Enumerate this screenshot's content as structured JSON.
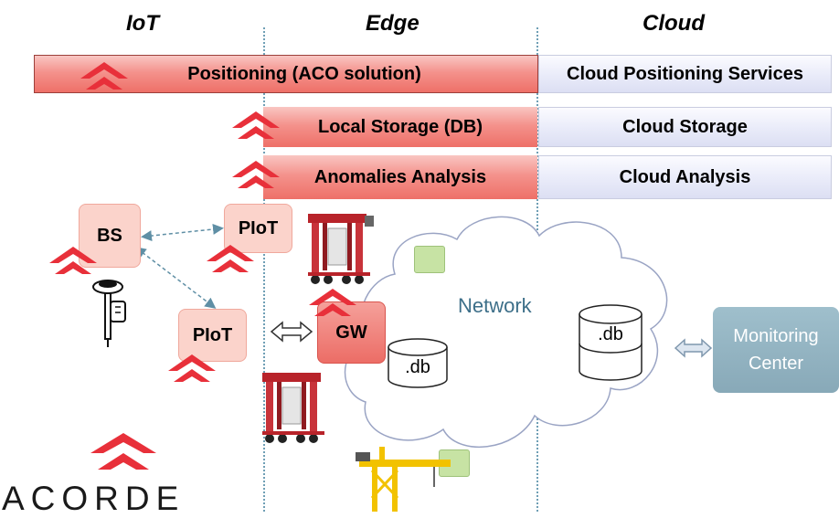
{
  "columns": {
    "iot": "IoT",
    "edge": "Edge",
    "cloud": "Cloud"
  },
  "edge_bars": {
    "positioning": "Positioning (ACO solution)",
    "storage": "Local Storage (DB)",
    "analysis": "Anomalies Analysis"
  },
  "cloud_bars": {
    "positioning": "Cloud Positioning Services",
    "storage": "Cloud Storage",
    "analysis": "Cloud Analysis"
  },
  "nodes": {
    "bs": "BS",
    "piot_top": "PIoT",
    "piot_bottom": "PIoT",
    "gw": "GW"
  },
  "network": {
    "label": "Network"
  },
  "databases": {
    "edge_db": ".db",
    "cloud_db": ".db"
  },
  "monitoring": {
    "line1": "Monitoring",
    "line2": "Center"
  },
  "logo": {
    "text": "ACORDE"
  },
  "colors": {
    "edge_red": "#ee7068",
    "cloud_blue": "#dcdff3",
    "network_text": "#3d6f89",
    "monitor": "#88a9b8",
    "logo_red": "#e8303a"
  },
  "icons": [
    "acorde-logo-icon",
    "gnss-antenna-icon",
    "straddle-carrier-icon",
    "crane-icon",
    "data-packet-icon",
    "double-arrow-icon"
  ]
}
